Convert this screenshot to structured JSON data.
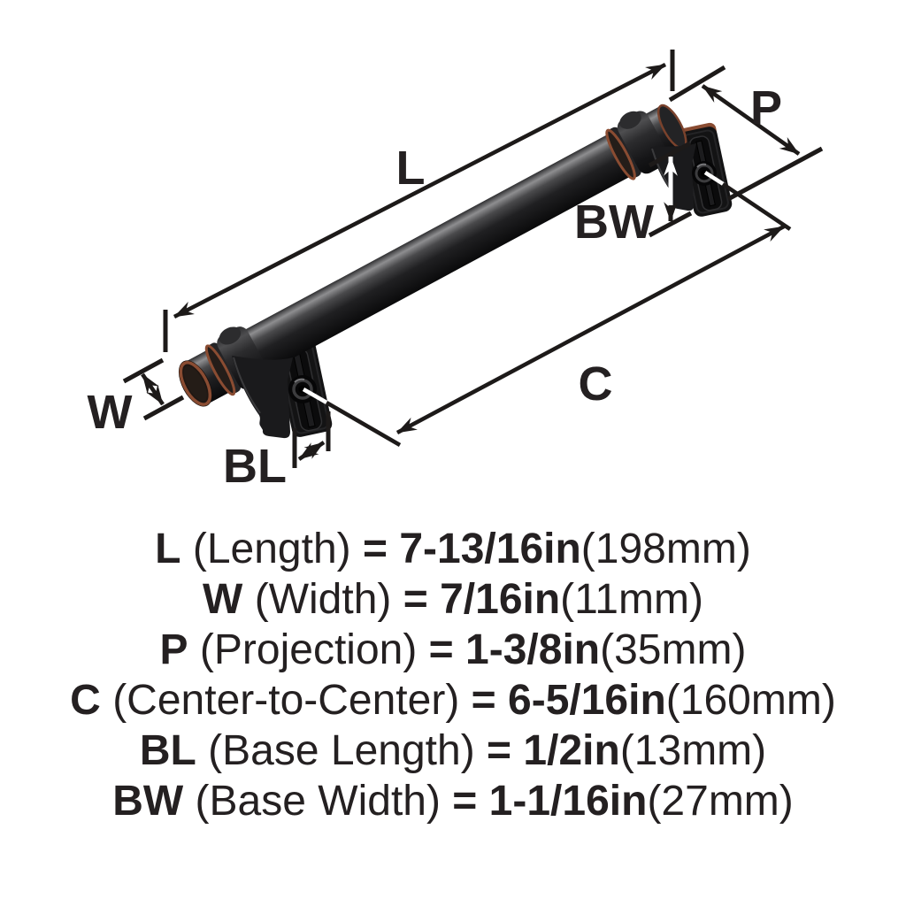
{
  "diagram": {
    "labels": {
      "length": "L",
      "width": "W",
      "projection": "P",
      "center_to_center": "C",
      "base_length": "BL",
      "base_width": "BW"
    },
    "colors": {
      "dimension_line": "#1d1a19",
      "text": "#242021",
      "handle_dark": "#0b0b0c",
      "handle_highlight": "#8e8e90",
      "copper_accent": "#8a4c32",
      "base_plate": "#131314",
      "extension_line_on_dark": "#ffffff",
      "background": "#ffffff"
    }
  },
  "legend": {
    "rows": [
      {
        "code": "L",
        "desc": "(Length)",
        "eq": "=",
        "imperial": "7-13/16in",
        "metric": "(198mm)"
      },
      {
        "code": "W",
        "desc": "(Width)",
        "eq": "=",
        "imperial": "7/16in",
        "metric": "(11mm)"
      },
      {
        "code": "P",
        "desc": "(Projection)",
        "eq": "=",
        "imperial": "1-3/8in",
        "metric": "(35mm)"
      },
      {
        "code": "C",
        "desc": "(Center-to-Center)",
        "eq": "=",
        "imperial": "6-5/16in",
        "metric": "(160mm)"
      },
      {
        "code": "BL",
        "desc": "(Base Length)",
        "eq": "=",
        "imperial": "1/2in",
        "metric": "(13mm)"
      },
      {
        "code": "BW",
        "desc": "(Base Width)",
        "eq": "=",
        "imperial": "1-1/16in",
        "metric": "(27mm)"
      }
    ]
  }
}
